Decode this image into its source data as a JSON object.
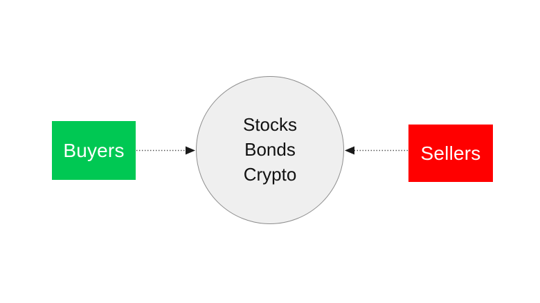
{
  "diagram": {
    "title": "Market participants flow diagram",
    "background_color": "#FFFFFF",
    "nodes": {
      "buyers": {
        "label": "Buyers",
        "shape": "rectangle",
        "fill_color": "#00C853",
        "text_color": "#FFFFFF"
      },
      "sellers": {
        "label": "Sellers",
        "shape": "rectangle",
        "fill_color": "#FF0000",
        "text_color": "#FFFFFF"
      },
      "market": {
        "shape": "circle",
        "fill_color": "#EFEFEF",
        "border_color": "#8C8C8C",
        "text_color": "#111111",
        "asset_lines": [
          "Stocks",
          "Bonds",
          "Crypto"
        ]
      }
    },
    "connectors": [
      {
        "name": "buyers-to-market",
        "from": "buyers",
        "to": "market",
        "style": "dotted",
        "arrow": "single",
        "direction": "right",
        "color": "#4A4A4A"
      },
      {
        "name": "sellers-to-market",
        "from": "sellers",
        "to": "market",
        "style": "dotted",
        "arrow": "single",
        "direction": "left",
        "color": "#4A4A4A"
      }
    ]
  }
}
